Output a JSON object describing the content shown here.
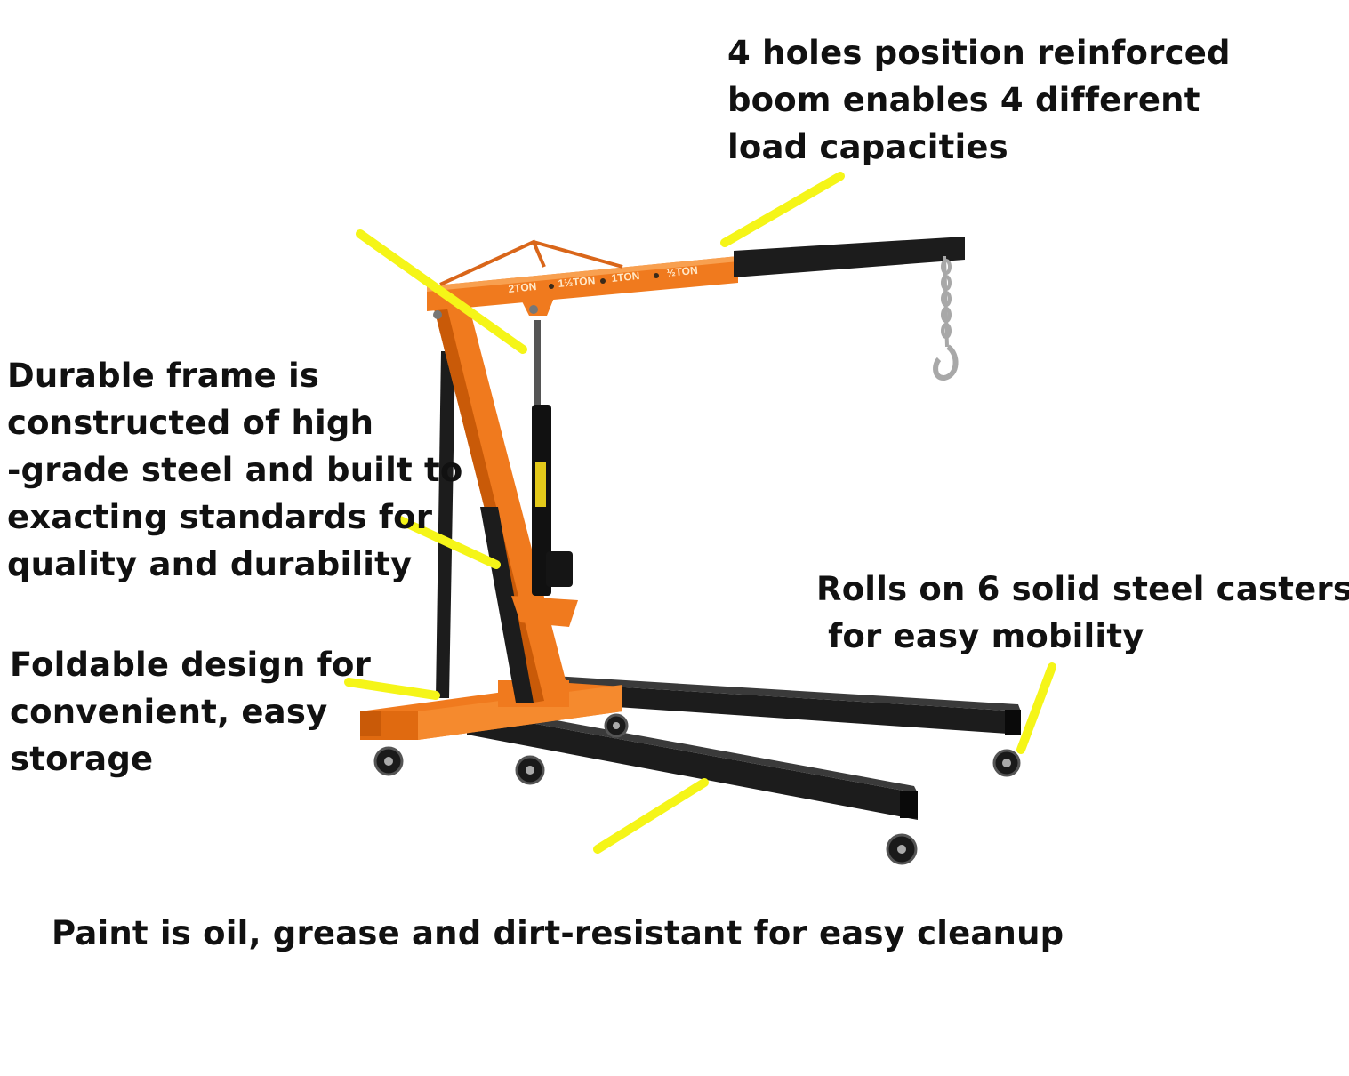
{
  "callouts": {
    "boom": "4 holes position reinforced\nboom enables 4 different\nload capacities",
    "frame": "Durable frame is\nconstructed of high\n-grade steel and built to\nexacting standards for\nquality and durability",
    "foldable": "Foldable design for\nconvenient, easy\nstorage",
    "casters": "Rolls on 6 solid steel casters\n for easy mobility",
    "paint": "Paint is oil, grease and dirt-resistant for easy cleanup"
  },
  "boom_labels": [
    "2TON",
    "1½TON",
    "1TON",
    "½TON"
  ],
  "colors": {
    "frame_orange": "#f07a1e",
    "steel_black": "#1c1c1c",
    "highlighter_yellow": "#f5f518",
    "chain_gray": "#a8a8a8"
  }
}
